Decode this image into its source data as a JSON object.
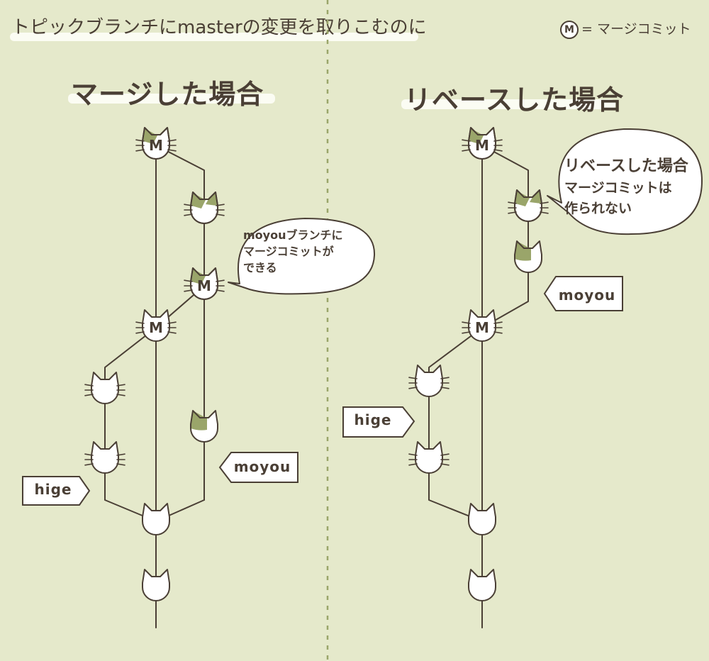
{
  "header": {
    "title": "トピックブランチにmasterの変更を取りこむのに",
    "legend_symbol": "M",
    "legend_text": "= マージコミット"
  },
  "panels": {
    "merge": {
      "title": "マージした場合",
      "bubble_lines": [
        "moyouブランチに",
        "マージコミットが",
        "できる"
      ],
      "tag_hige": "hige",
      "tag_moyou": "moyou"
    },
    "rebase": {
      "title": "リベースした場合",
      "bubble_lines": [
        "リベースした場合",
        "マージコミットは",
        "作られない"
      ],
      "tag_hige": "hige",
      "tag_moyou": "moyou"
    }
  },
  "commit_label": "M",
  "colors": {
    "background": "#e5e9cb",
    "ink": "#4a3f35",
    "cat_white": "#ffffff",
    "cat_patch": "#9aa56a",
    "divider": "#9aa56a",
    "highlight": "#fbfcf3"
  },
  "icons": {
    "plain_commit": "white-cat-icon",
    "master_commit": "tabby-cat-icon",
    "merge_commit": "m-cat-icon"
  }
}
